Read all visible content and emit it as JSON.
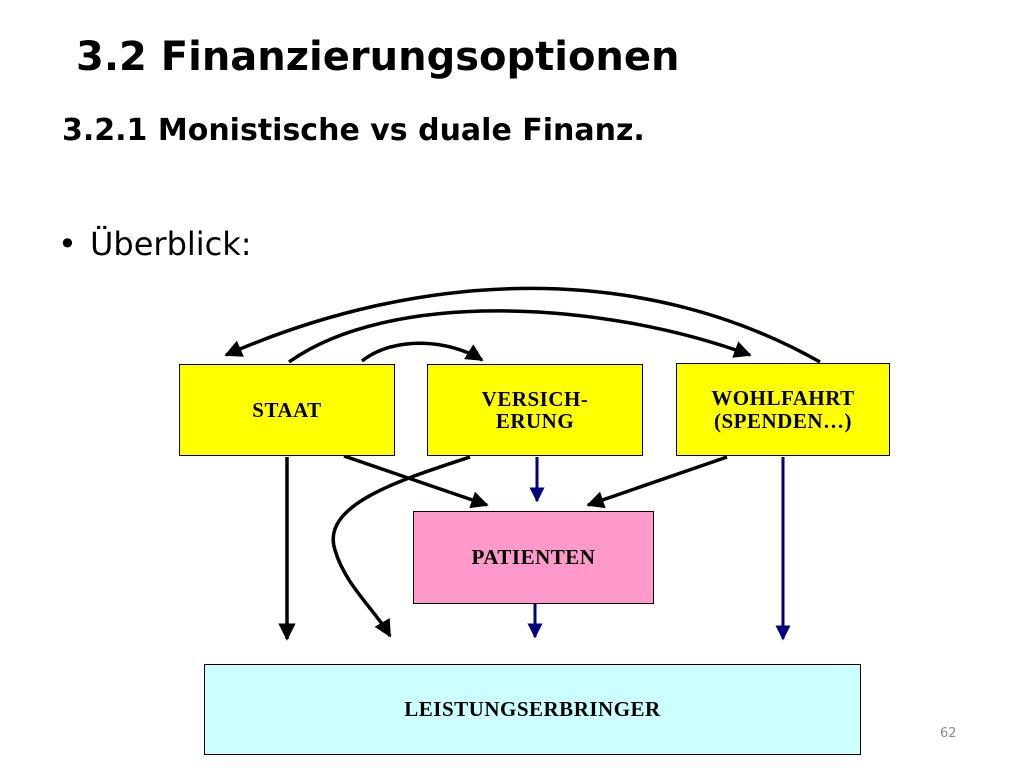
{
  "slide": {
    "title": "3.2 Finanzierungsoptionen",
    "subtitle": "3.2.1 Monistische vs duale Finanz.",
    "bullet": "Überblick:",
    "page_number": "62"
  },
  "diagram": {
    "nodes": {
      "staat": {
        "line1": "STAAT",
        "color": "#ffff00"
      },
      "versicherung": {
        "line1": "VERSICH-",
        "line2": "ERUNG",
        "color": "#ffff00"
      },
      "wohlfahrt": {
        "line1": "WOHLFAHRT",
        "line2": "(SPENDEN…)",
        "color": "#ffff00"
      },
      "patienten": {
        "line1": "PATIENTEN",
        "color": "#ff99cc"
      },
      "leistungserbringer": {
        "line1": "LEISTUNGSERBRINGER",
        "color": "#ccffff"
      }
    },
    "colors": {
      "black_arrow": "#000000",
      "blue_arrow": "#000080"
    },
    "edges": [
      {
        "from": "wohlfahrt",
        "to": "staat",
        "color": "black"
      },
      {
        "from": "staat",
        "to": "wohlfahrt",
        "color": "black"
      },
      {
        "from": "staat",
        "to": "versicherung",
        "color": "black"
      },
      {
        "from": "staat",
        "to": "patienten",
        "color": "black"
      },
      {
        "from": "wohlfahrt",
        "to": "patienten",
        "color": "black"
      },
      {
        "from": "versicherung",
        "to": "patienten",
        "color": "blue"
      },
      {
        "from": "staat",
        "to": "leistungserbringer",
        "color": "black"
      },
      {
        "from": "versicherung",
        "to": "leistungserbringer",
        "color": "black"
      },
      {
        "from": "patienten",
        "to": "leistungserbringer",
        "color": "blue"
      },
      {
        "from": "wohlfahrt",
        "to": "leistungserbringer",
        "color": "blue"
      }
    ]
  }
}
